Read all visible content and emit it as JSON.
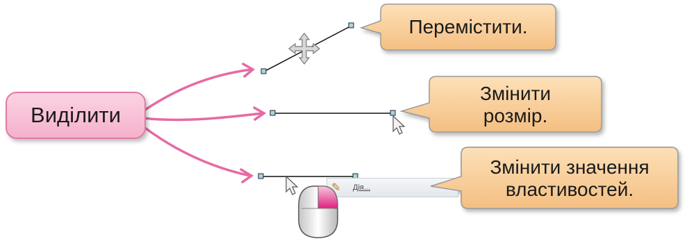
{
  "pill": {
    "label": "Виділити"
  },
  "callouts": {
    "move": "Перемістити.",
    "resize_line1": "Змінити",
    "resize_line2": "розмір.",
    "props_line1": "Змінити значення",
    "props_line2": "властивостей."
  },
  "context_menu": {
    "item_label": "Дія..."
  },
  "colors": {
    "pill_fill": "#f5b1cc",
    "arrow": "#e66aa3",
    "callout_fill": "#f9c98f",
    "callout_border": "#9a9a9a",
    "handle_fill": "#a8d8d4"
  },
  "icons": {
    "move_cursor": "move-icon",
    "pointer_cursor": "pointer-cursor-icon",
    "mouse": "mouse-icon",
    "edit_tool": "brush-icon"
  }
}
